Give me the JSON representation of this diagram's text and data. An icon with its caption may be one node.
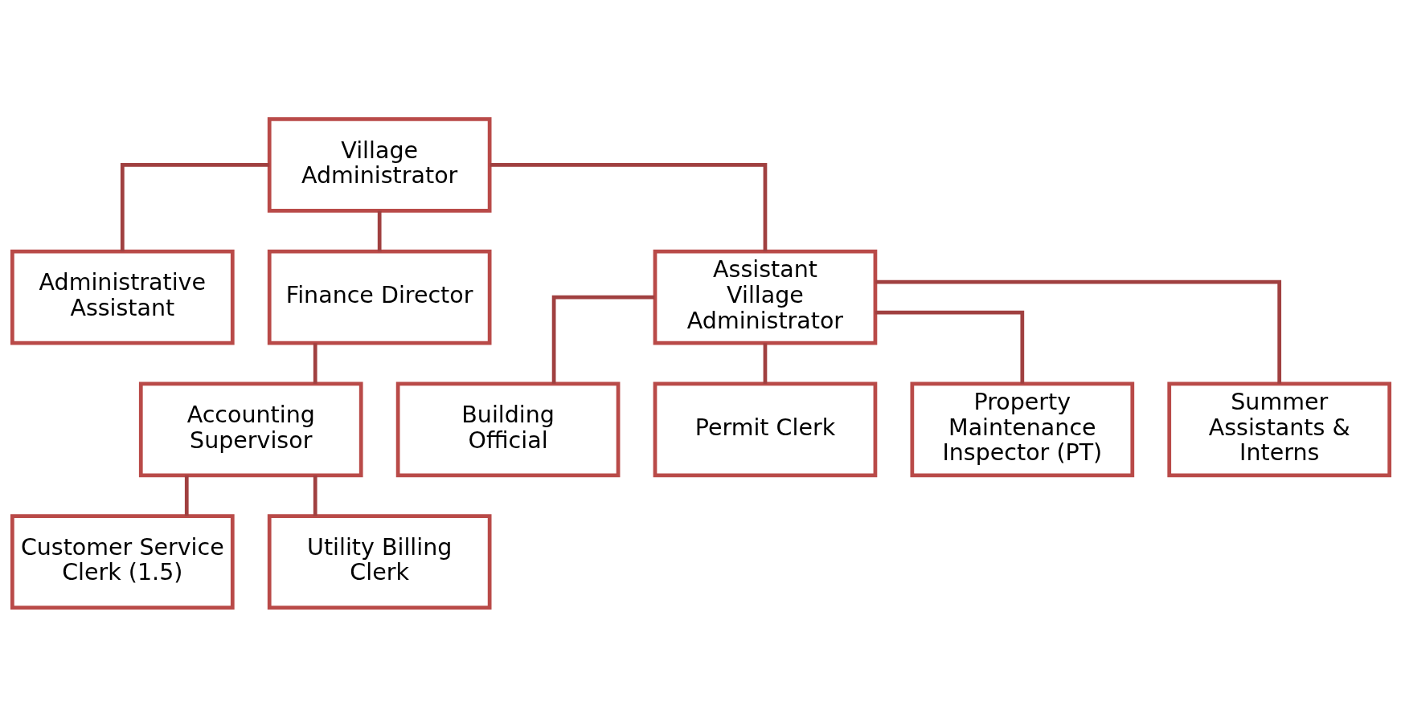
{
  "diagram": {
    "nodes": [
      {
        "text": [
          "Village Administrator"
        ]
      },
      {
        "text": [
          "Administrative Assistant"
        ]
      },
      {
        "text": [
          "Finance Director"
        ]
      },
      {
        "text": [
          "Assistant Village Administrator"
        ]
      },
      {
        "text": [
          "Accounting Supervisor"
        ]
      },
      {
        "text": [
          "Building Official"
        ]
      },
      {
        "text": [
          "Permit Clerk"
        ]
      },
      {
        "text": [
          "Property Maintenance Inspector (PT)"
        ]
      },
      {
        "text": [
          "Summer Assistants & Interns"
        ]
      },
      {
        "text": [
          "Customer Service Clerk (1.5)"
        ]
      },
      {
        "text": [
          "Utility Billing Clerk"
        ]
      }
    ],
    "edges": [
      {
        "from": 0,
        "to": 1,
        "arrow": "none"
      },
      {
        "from": 0,
        "to": 2,
        "arrow": "none"
      },
      {
        "from": 0,
        "to": 3,
        "arrow": "none"
      },
      {
        "from": 2,
        "to": 4,
        "arrow": "none"
      },
      {
        "from": 3,
        "to": 5,
        "arrow": "none"
      },
      {
        "from": 3,
        "to": 6,
        "arrow": "none"
      },
      {
        "from": 3,
        "to": 7,
        "arrow": "none"
      },
      {
        "from": 3,
        "to": 8,
        "arrow": "none"
      },
      {
        "from": 4,
        "to": 9,
        "arrow": "none"
      },
      {
        "from": 4,
        "to": 10,
        "arrow": "none"
      }
    ]
  }
}
